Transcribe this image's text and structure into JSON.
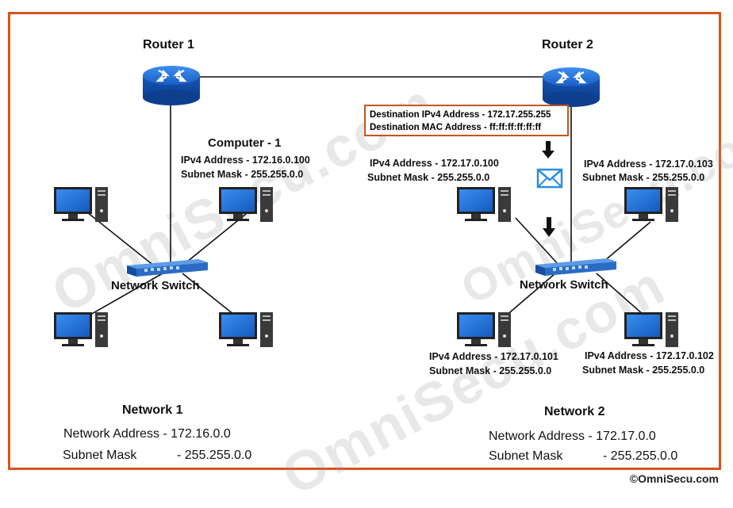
{
  "routers": {
    "router1_label": "Router 1",
    "router2_label": "Router 2"
  },
  "computer1": {
    "title": "Computer - 1",
    "ip": "IPv4 Address - 172.16.0.100",
    "mask": "Subnet Mask - 255.255.0.0"
  },
  "switch_labels": {
    "switch1": "Network Switch",
    "switch2": "Network Switch"
  },
  "broadcast": {
    "dest_ip": "Destination IPv4 Address - 172.17.255.255",
    "dest_mac": "Destination MAC Address  -  ff:ff:ff:ff:ff:ff"
  },
  "network2_hosts": {
    "host100_ip": "IPv4 Address - 172.17.0.100",
    "host100_mask": "Subnet Mask  - 255.255.0.0",
    "host103_ip": "IPv4 Address - 172.17.0.103",
    "host103_mask": "Subnet Mask  - 255.255.0.0",
    "host101_ip": "IPv4 Address - 172.17.0.101",
    "host101_mask": "Subnet Mask - 255.255.0.0",
    "host102_ip": "IPv4 Address - 172.17.0.102",
    "host102_mask": "Subnet Mask - 255.255.0.0"
  },
  "network1": {
    "title": "Network 1",
    "address_label": "Network Address - 172.16.0.0",
    "mask_label": "Subnet Mask",
    "mask_value": "- 255.255.0.0"
  },
  "network2": {
    "title": "Network 2",
    "address_label": "Network Address - 172.17.0.0",
    "mask_label": "Subnet Mask",
    "mask_value": "- 255.255.0.0"
  },
  "watermark": "OmniSecu.com",
  "copyright": "©OmniSecu.com",
  "colors": {
    "border": "#d9531e",
    "router": "#1f6fd6",
    "switch": "#2a6cc4",
    "monitor_screen": "#1f73d6",
    "envelope": "#2b8ee0"
  }
}
